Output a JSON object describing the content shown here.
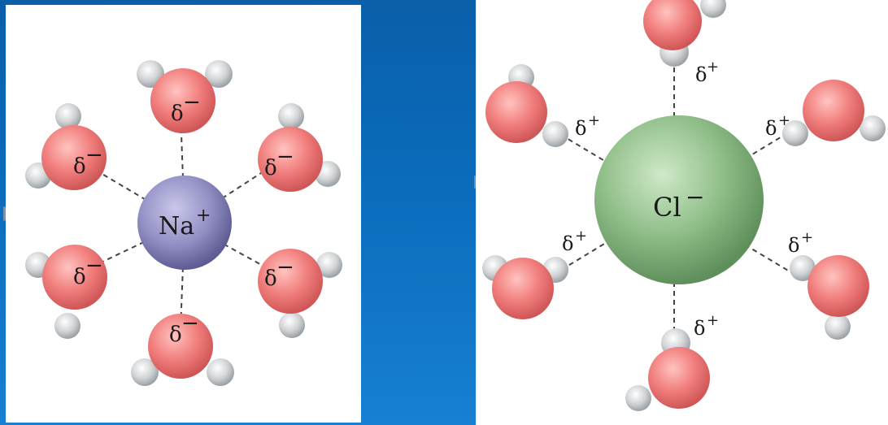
{
  "colors": {
    "background": "#0b6cbd",
    "panel": "#ffffff",
    "sodium": "#8f8cc4",
    "chloride": "#8fbf88",
    "oxygen": "#f07f7f",
    "hydrogen": "#d4d6d8",
    "bond": "#444444"
  },
  "icons": [
    "sodium-ion-sphere",
    "chloride-ion-sphere",
    "water-molecule"
  ],
  "sodium_panel": {
    "ion_label": "Na",
    "ion_charge": "+",
    "partial_charge": "δ",
    "partial_sign": "−"
  },
  "chloride_panel": {
    "ion_label": "Cl",
    "ion_charge": "−",
    "partial_charge": "δ",
    "partial_sign": "+"
  }
}
